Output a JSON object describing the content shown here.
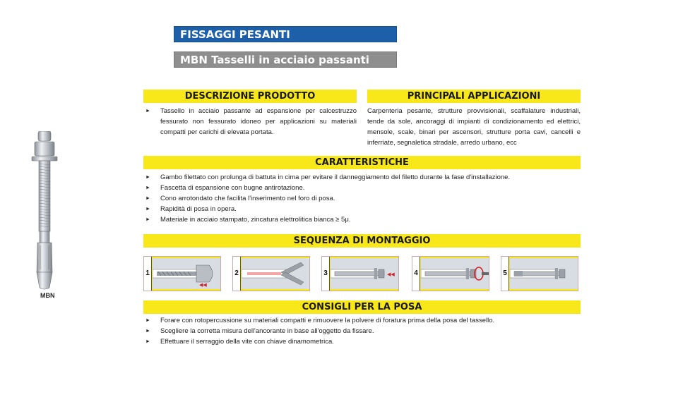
{
  "header": {
    "category": "FISSAGGI PESANTI",
    "product_title": "MBN Tasselli in acciaio passanti"
  },
  "sections": {
    "descrizione": {
      "title": "DESCRIZIONE PRODOTTO",
      "bullets": [
        "Tassello in acciaio passante ad espansione per calcestruzzo fessurato non fessurato idoneo per applicazioni su materiali compatti per carichi di elevata portata."
      ]
    },
    "applicazioni": {
      "title": "PRINCIPALI APPLICAZIONI",
      "text": "Carpenteria pesante, strutture provvisionali, scaffalature industriali, tende da sole, ancoraggi di impianti di condizionamento ed elettrici, mensole, scale, binari per ascensori, strutture porta cavi, cancelli e inferriate, segnaletica stradale, arredo urbano, ecc"
    },
    "caratteristiche": {
      "title": "CARATTERISTICHE",
      "bullets": [
        "Gambo filettato con prolunga di battuta in cima per evitare il danneggiamento del filetto durante la fase d'installazione.",
        "Fascetta di espansione con bugne antirotazione.",
        "Cono arrotondato che facilita l'inserimento nel foro di posa.",
        "Rapidità di posa in opera.",
        "Materiale in acciaio stampato, zincatura elettrolitica bianca ≥ 5μ."
      ]
    },
    "montaggio": {
      "title": "SEQUENZA DI MONTAGGIO",
      "steps": [
        "1",
        "2",
        "3",
        "4",
        "5"
      ]
    },
    "consigli": {
      "title": "CONSIGLI PER LA POSA",
      "bullets": [
        "Forare con rotopercussione su materiali compatti e rimuovere la polvere di foratura prima della posa del tassello.",
        "Scegliere la corretta misura dell'ancorante in base all'oggetto da fissare.",
        "Effettuare il serraggio della vite con chiave dinamometrica."
      ]
    }
  },
  "product_image": {
    "label": "MBN",
    "icon": "anchor-bolt-icon"
  },
  "colors": {
    "category_bar": "#1d5fa8",
    "title_bar": "#8e8e8e",
    "section_bar": "#f8e81a",
    "arrow_red": "#d0202a"
  }
}
